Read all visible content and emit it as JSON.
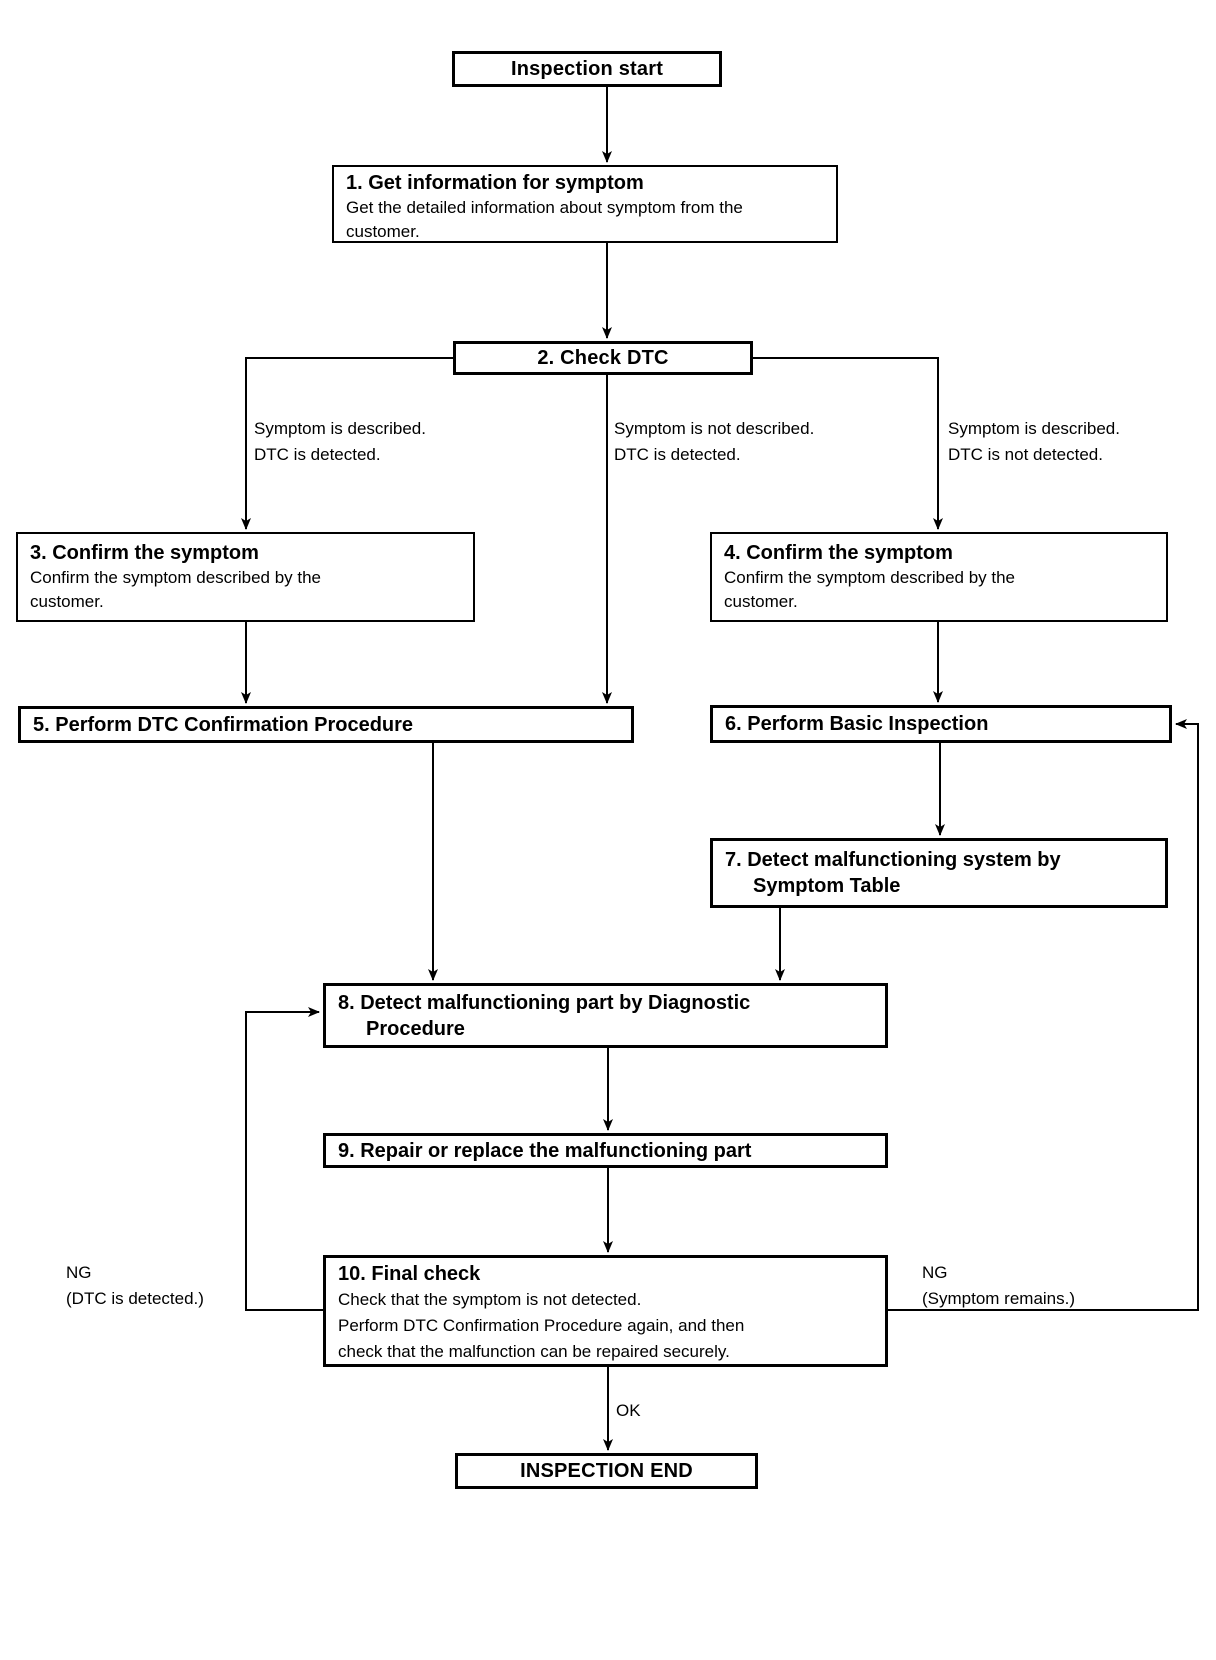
{
  "nodes": {
    "start": {
      "label": "Inspection start"
    },
    "step1": {
      "title": "1. Get information for symptom",
      "body_line1": "Get the detailed information about symptom from the",
      "body_line2": "customer."
    },
    "step2": {
      "title": "2. Check DTC"
    },
    "step3": {
      "title": "3. Confirm the symptom",
      "body_line1": "Confirm the symptom described by the",
      "body_line2": "customer."
    },
    "step4": {
      "title": "4. Confirm the symptom",
      "body_line1": "Confirm the symptom described by the",
      "body_line2": "customer."
    },
    "step5": {
      "title": "5. Perform DTC Confirmation Procedure"
    },
    "step6": {
      "title": "6. Perform Basic Inspection"
    },
    "step7": {
      "title_line1": "7. Detect malfunctioning system by",
      "title_line2": "Symptom Table"
    },
    "step8": {
      "title_line1": "8. Detect malfunctioning part by Diagnostic",
      "title_line2": "Procedure"
    },
    "step9": {
      "title": "9. Repair or replace the malfunctioning part"
    },
    "step10": {
      "title": "10. Final check",
      "body_line1": "Check that the symptom is not detected.",
      "body_line2": "Perform DTC Confirmation Procedure again, and then",
      "body_line3": "check that the malfunction can be repaired securely."
    },
    "end": {
      "label": "INSPECTION END"
    }
  },
  "branch_labels": {
    "left": {
      "line1": "Symptom is described.",
      "line2": "DTC is detected."
    },
    "middle": {
      "line1": "Symptom is not described.",
      "line2": "DTC is detected."
    },
    "right": {
      "line1": "Symptom is described.",
      "line2": "DTC is not detected."
    }
  },
  "result_labels": {
    "ng_left": {
      "line1": "NG",
      "line2": "(DTC is detected.)"
    },
    "ng_right": {
      "line1": "NG",
      "line2": "(Symptom remains.)"
    },
    "ok": "OK"
  },
  "colors": {
    "line": "#000000",
    "text": "#000000",
    "background": "#ffffff"
  }
}
